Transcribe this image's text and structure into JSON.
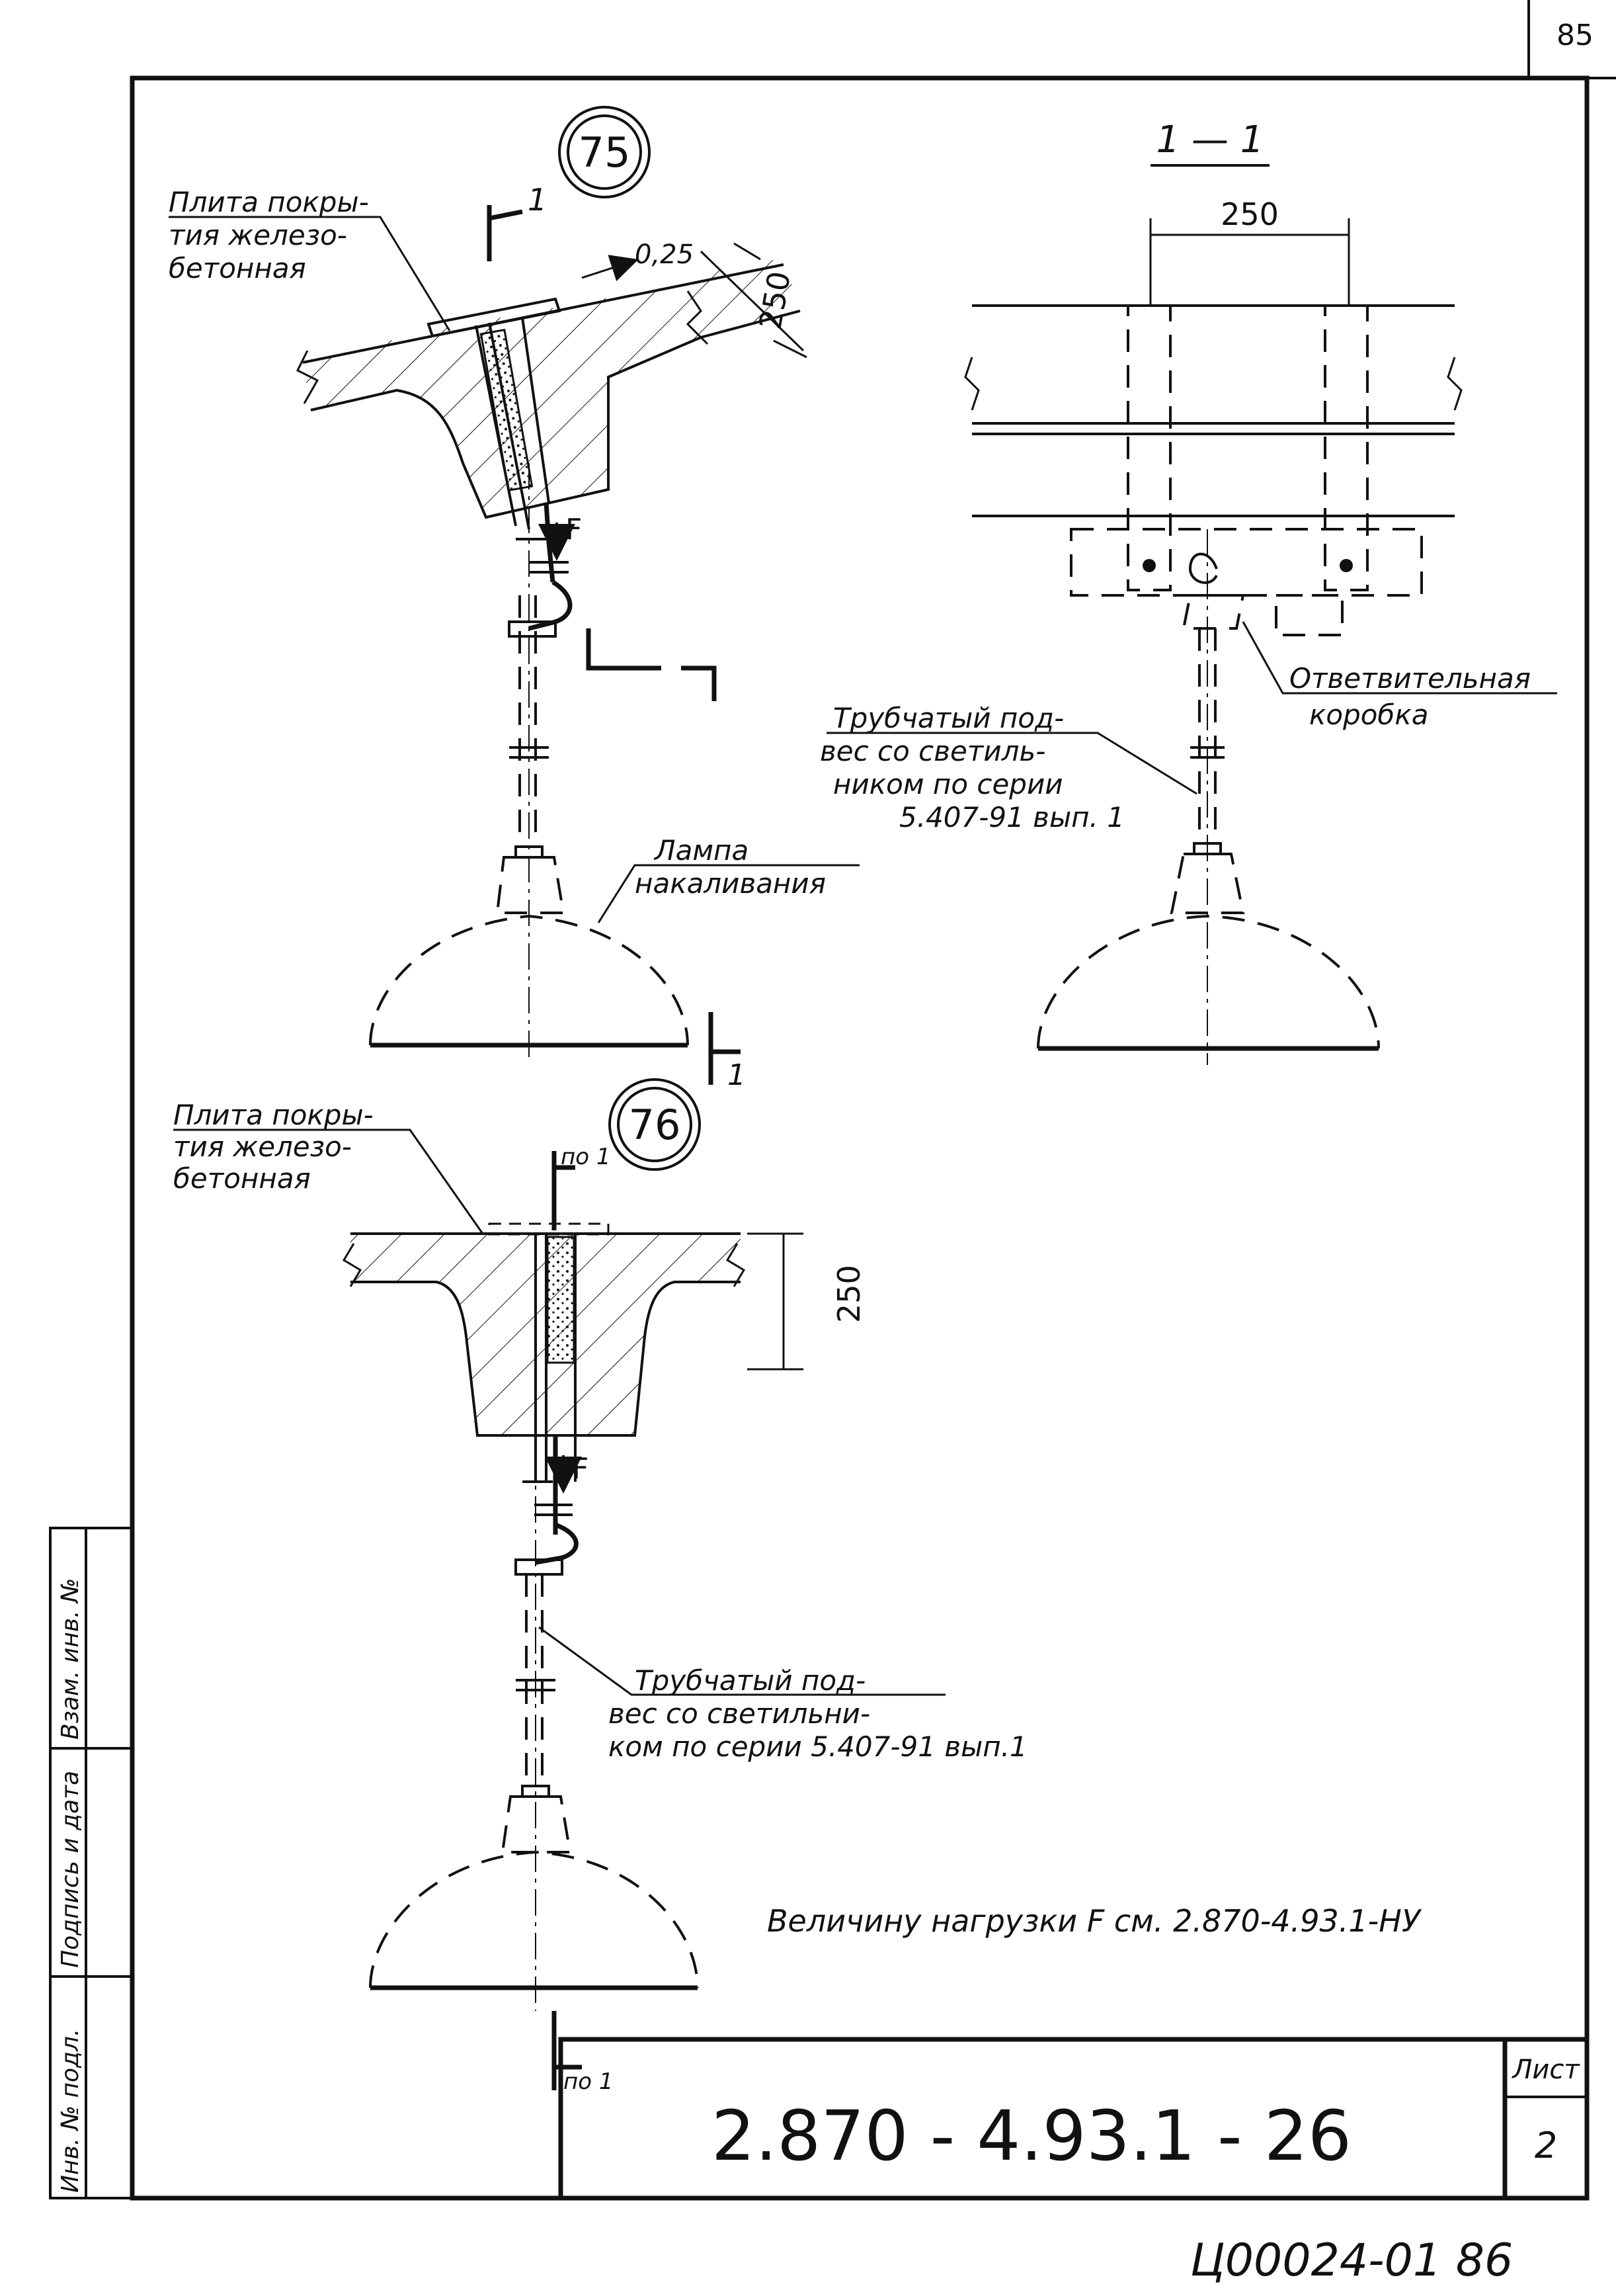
{
  "page_number": "85",
  "detail_75": {
    "callout": "75",
    "slab_label": [
      "Плита покры-",
      "тия железо-",
      "бетонная"
    ],
    "gap_dim": "0,25",
    "height_dim": "250",
    "section_mark": "1",
    "load_label": "F",
    "lamp_label": [
      "Лампа",
      "накаливания"
    ]
  },
  "section_1_1": {
    "title": "1 — 1",
    "width_dim": "250",
    "box_label": [
      "Ответвительная",
      "коробка"
    ],
    "pendant_label": [
      "Трубчатый под-",
      "вес со светиль-",
      "ником по серии",
      "5.407-91 вып. 1"
    ]
  },
  "detail_76": {
    "callout": "76",
    "slab_label": [
      "Плита покры-",
      "тия железо-",
      "бетонная"
    ],
    "height_dim": "250",
    "section_ref": "по 1",
    "load_label": "F",
    "pendant_label": [
      "Трубчатый под-",
      "вес со светильни-",
      "ком по серии 5.407-91 вып.1"
    ]
  },
  "load_note": "Величину нагрузки F см. 2.870-4.93.1-НУ",
  "side_stamp": [
    "Инв. № подл.",
    "Подпись и дата",
    "Взам. инв. №"
  ],
  "title_block": {
    "code": "2.870 - 4.93.1 - 26",
    "sheet_label": "Лист",
    "sheet_number": "2"
  },
  "archive_number": "Ц00024-01  86"
}
